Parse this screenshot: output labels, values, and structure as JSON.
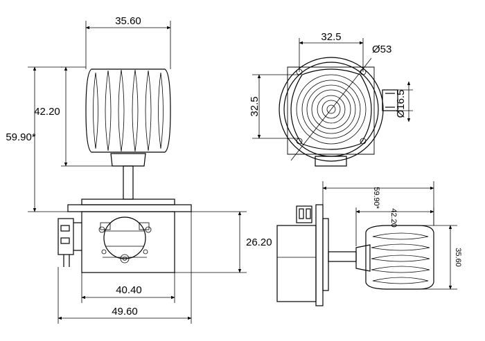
{
  "dims": {
    "front_top_width": "35.60",
    "front_handle_height": "42.20",
    "front_total_height": "59.90*",
    "front_base_height": "26.20",
    "front_mount_width": "40.40",
    "front_base_width": "49.60",
    "top_hole_spacing_h": "32.5",
    "top_hole_spacing_v": "32.5",
    "top_outer_diameter": "Ø53",
    "top_inner_diameter": "Ø16.5",
    "side_total_height": "59.90*",
    "side_handle_height": "42.20",
    "side_knob_width": "35.60"
  }
}
